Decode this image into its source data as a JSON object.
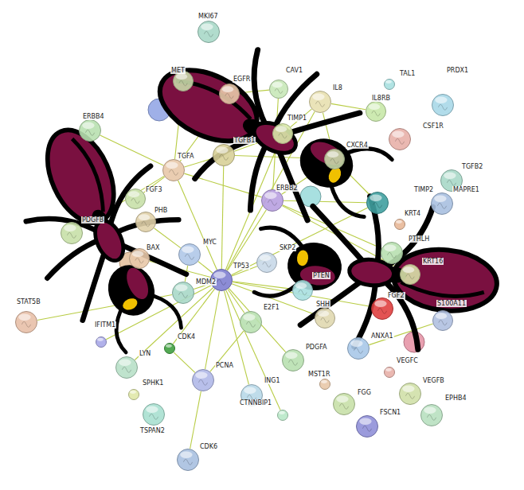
{
  "diagram": {
    "nodes": [
      {
        "text": [
          "MKI67"
        ]
      },
      {
        "text": [
          "MET"
        ]
      },
      {
        "text": [
          "EGFR"
        ]
      },
      {
        "text": [
          "CAV1"
        ]
      },
      {
        "text": [
          "IL8"
        ]
      },
      {
        "text": [
          "TAL1"
        ]
      },
      {
        "text": [
          "PRDX1"
        ]
      },
      {
        "text": [
          "IL8RB"
        ]
      },
      {
        "text": [
          "TIMP1"
        ]
      },
      {
        "text": [
          "CSF1R"
        ]
      },
      {
        "text": [
          "ERBB4"
        ]
      },
      {
        "text": [
          "TGFB1"
        ]
      },
      {
        "text": [
          "CXCR4"
        ]
      },
      {
        "text": [
          "TGFA"
        ]
      },
      {
        "text": [
          "TGFB2"
        ]
      },
      {
        "text": [
          "FGF3"
        ]
      },
      {
        "text": [
          "ERBB2"
        ]
      },
      {
        "text": [
          "TIMP2"
        ]
      },
      {
        "text": [
          "MAPRE1"
        ]
      },
      {
        "text": [
          "KRT4"
        ]
      },
      {
        "text": [
          "PHB"
        ]
      },
      {
        "text": [
          "PDGFB"
        ]
      },
      {
        "text": [
          "BAX"
        ]
      },
      {
        "text": [
          "MYC"
        ]
      },
      {
        "text": [
          "SKP2"
        ]
      },
      {
        "text": [
          "PTHLH"
        ]
      },
      {
        "text": [
          "KRT16"
        ]
      },
      {
        "text": [
          "TP53"
        ]
      },
      {
        "text": [
          "MDM2"
        ]
      },
      {
        "text": [
          "PTEN"
        ]
      },
      {
        "text": [
          "STAT5B"
        ]
      },
      {
        "text": [
          "SHH"
        ]
      },
      {
        "text": [
          "FGF2"
        ]
      },
      {
        "text": [
          "E2F1"
        ]
      },
      {
        "text": [
          "S100A11"
        ]
      },
      {
        "text": [
          "IFITM1"
        ]
      },
      {
        "text": [
          "CDK4"
        ]
      },
      {
        "text": [
          "ANXA1"
        ]
      },
      {
        "text": [
          "PDGFA"
        ]
      },
      {
        "text": [
          "LYN"
        ]
      },
      {
        "text": [
          "PCNA"
        ]
      },
      {
        "text": [
          "VEGFC"
        ]
      },
      {
        "text": [
          "MST1R"
        ]
      },
      {
        "text": [
          "VEGFB"
        ]
      },
      {
        "text": [
          "SPHK1"
        ]
      },
      {
        "text": [
          "ING1"
        ]
      },
      {
        "text": [
          "FGG"
        ]
      },
      {
        "text": [
          "EPHB4"
        ]
      },
      {
        "text": [
          "TSPAN2"
        ]
      },
      {
        "text": [
          "CTNNBIP1"
        ]
      },
      {
        "text": [
          "FSCN1"
        ]
      },
      {
        "text": [
          "CDK6"
        ]
      }
    ],
    "edges": [
      {
        "from": 27,
        "to": 28,
        "arrow": "none"
      },
      {
        "from": 27,
        "to": 23,
        "arrow": "none"
      },
      {
        "from": 27,
        "to": 33,
        "arrow": "none"
      },
      {
        "from": 27,
        "to": 40,
        "arrow": "none"
      },
      {
        "from": 27,
        "to": 45,
        "arrow": "none"
      },
      {
        "from": 27,
        "to": 36,
        "arrow": "none"
      },
      {
        "from": 27,
        "to": 16,
        "arrow": "none"
      },
      {
        "from": 27,
        "to": 24,
        "arrow": "none"
      },
      {
        "from": 27,
        "to": 29,
        "arrow": "none"
      },
      {
        "from": 27,
        "to": 31,
        "arrow": "none"
      },
      {
        "from": 27,
        "to": 11,
        "arrow": "none"
      },
      {
        "from": 27,
        "to": 38,
        "arrow": "none"
      },
      {
        "from": 27,
        "to": 4,
        "arrow": "none"
      },
      {
        "from": 27,
        "to": 8,
        "arrow": "none"
      },
      {
        "from": 27,
        "to": 13,
        "arrow": "none"
      },
      {
        "from": 27,
        "to": 22,
        "arrow": "none"
      },
      {
        "from": 27,
        "to": 35,
        "arrow": "none"
      },
      {
        "from": 27,
        "to": 32,
        "arrow": "none"
      },
      {
        "from": 27,
        "to": 39,
        "arrow": "none"
      },
      {
        "from": 27,
        "to": 49,
        "arrow": "none"
      },
      {
        "from": 27,
        "to": 17,
        "arrow": "none"
      },
      {
        "from": 40,
        "to": 51,
        "arrow": "none"
      },
      {
        "from": 40,
        "to": 36,
        "arrow": "none"
      },
      {
        "from": 33,
        "to": 40,
        "arrow": "none"
      },
      {
        "from": 30,
        "to": 28,
        "arrow": "none"
      },
      {
        "from": 10,
        "to": 13,
        "arrow": "none"
      },
      {
        "from": 13,
        "to": 1,
        "arrow": "none"
      },
      {
        "from": 13,
        "to": 2,
        "arrow": "none"
      },
      {
        "from": 13,
        "to": 11,
        "arrow": "none"
      },
      {
        "from": 13,
        "to": 16,
        "arrow": "none"
      },
      {
        "from": 13,
        "to": 15,
        "arrow": "none"
      },
      {
        "from": 13,
        "to": 21,
        "arrow": "none"
      },
      {
        "from": 2,
        "to": 3,
        "arrow": "none"
      },
      {
        "from": 3,
        "to": 16,
        "arrow": "none"
      },
      {
        "from": 4,
        "to": 7,
        "arrow": "none"
      },
      {
        "from": 4,
        "to": 12,
        "arrow": "none"
      },
      {
        "from": 4,
        "to": 8,
        "arrow": "none"
      },
      {
        "from": 11,
        "to": 12,
        "arrow": "none"
      },
      {
        "from": 11,
        "to": 8,
        "arrow": "none"
      },
      {
        "from": 12,
        "to": 17,
        "arrow": "none"
      },
      {
        "from": 16,
        "to": 17,
        "arrow": "none"
      },
      {
        "from": 16,
        "to": 25,
        "arrow": "none"
      },
      {
        "from": 16,
        "to": 26,
        "arrow": "none"
      },
      {
        "from": 16,
        "to": 12,
        "arrow": "none"
      },
      {
        "from": 37,
        "to": 34,
        "arrow": "none"
      },
      {
        "from": 23,
        "to": 20,
        "arrow": "none"
      },
      {
        "from": 23,
        "to": 28,
        "arrow": "none"
      }
    ]
  }
}
